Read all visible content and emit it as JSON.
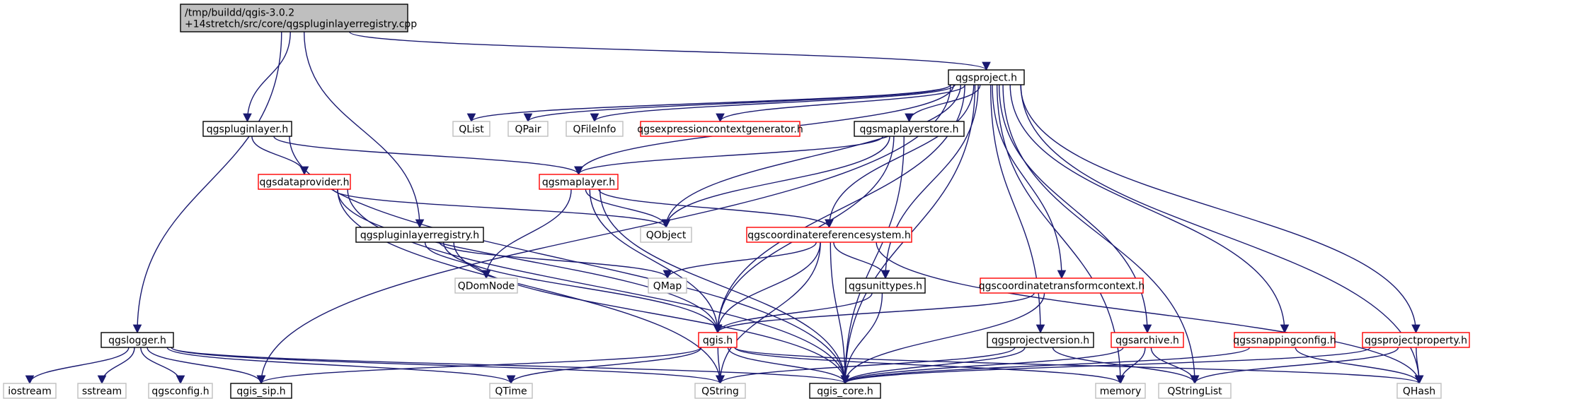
{
  "colors": {
    "default_border": "#000000",
    "missing_border": "#bfbfbf",
    "error_border": "#ff0000",
    "root_fill": "#bfbfbf",
    "edge_main": "#191970",
    "edge_light": "#a9a9a9",
    "edge_dark_red": "#8b0000",
    "text": "#000000"
  },
  "nodes": [
    {
      "id": "root",
      "lines": [
        "/tmp/buildd/qgis-3.0.2",
        "+14stretch/src/core/qgspluginlayerregistry.cpp"
      ],
      "style": "root"
    },
    {
      "id": "qgsproject_h",
      "lines": [
        "qgsproject.h"
      ],
      "style": "normal"
    },
    {
      "id": "qgspluginlayer_h",
      "lines": [
        "qgspluginlayer.h"
      ],
      "style": "normal"
    },
    {
      "id": "qgsmaplayerstore_h",
      "lines": [
        "qgsmaplayerstore.h"
      ],
      "style": "normal"
    },
    {
      "id": "qgspluginlayerregistry_h",
      "lines": [
        "qgspluginlayerregistry.h"
      ],
      "style": "normal"
    },
    {
      "id": "qgsunittypes_h",
      "lines": [
        "qgsunittypes.h"
      ],
      "style": "normal"
    },
    {
      "id": "qgslogger_h",
      "lines": [
        "qgslogger.h"
      ],
      "style": "normal"
    },
    {
      "id": "qgsprojectversion_h",
      "lines": [
        "qgsprojectversion.h"
      ],
      "style": "normal"
    },
    {
      "id": "qgis_sip_h",
      "lines": [
        "qgis_sip.h"
      ],
      "style": "normal"
    },
    {
      "id": "qgis_core_h",
      "lines": [
        "qgis_core.h"
      ],
      "style": "normal"
    },
    {
      "id": "qgsdataprovider_h",
      "lines": [
        "qgsdataprovider.h"
      ],
      "style": "error"
    },
    {
      "id": "qgsmaplayer_h",
      "lines": [
        "qgsmaplayer.h"
      ],
      "style": "error"
    },
    {
      "id": "qgsexpressioncontextgenerator_h",
      "lines": [
        "qgsexpressioncontextgenerator.h"
      ],
      "style": "error"
    },
    {
      "id": "qgscoordinatereferencesystem_h",
      "lines": [
        "qgscoordinatereferencesystem.h"
      ],
      "style": "error"
    },
    {
      "id": "qgscoordinatetransformcontext_h",
      "lines": [
        "qgscoordinatetransformcontext.h"
      ],
      "style": "error"
    },
    {
      "id": "qgis_h",
      "lines": [
        "qgis.h"
      ],
      "style": "error"
    },
    {
      "id": "qgsarchive_h",
      "lines": [
        "qgsarchive.h"
      ],
      "style": "error"
    },
    {
      "id": "qgssnappingconfig_h",
      "lines": [
        "qgssnappingconfig.h"
      ],
      "style": "error"
    },
    {
      "id": "qgsprojectproperty_h",
      "lines": [
        "qgsprojectproperty.h"
      ],
      "style": "error"
    },
    {
      "id": "QList",
      "lines": [
        "QList"
      ],
      "style": "missing"
    },
    {
      "id": "QPair",
      "lines": [
        "QPair"
      ],
      "style": "missing"
    },
    {
      "id": "QFileInfo",
      "lines": [
        "QFileInfo"
      ],
      "style": "missing"
    },
    {
      "id": "QObject",
      "lines": [
        "QObject"
      ],
      "style": "missing"
    },
    {
      "id": "QDomNode",
      "lines": [
        "QDomNode"
      ],
      "style": "missing"
    },
    {
      "id": "QMap",
      "lines": [
        "QMap"
      ],
      "style": "missing"
    },
    {
      "id": "iostream",
      "lines": [
        "iostream"
      ],
      "style": "missing"
    },
    {
      "id": "sstream",
      "lines": [
        "sstream"
      ],
      "style": "missing"
    },
    {
      "id": "qgsconfig_h",
      "lines": [
        "qgsconfig.h"
      ],
      "style": "missing"
    },
    {
      "id": "QTime",
      "lines": [
        "QTime"
      ],
      "style": "missing"
    },
    {
      "id": "QString",
      "lines": [
        "QString"
      ],
      "style": "missing"
    },
    {
      "id": "memory",
      "lines": [
        "memory"
      ],
      "style": "missing"
    },
    {
      "id": "QStringList",
      "lines": [
        "QStringList"
      ],
      "style": "missing"
    },
    {
      "id": "QHash",
      "lines": [
        "QHash"
      ],
      "style": "missing"
    }
  ],
  "edges": [
    {
      "from": "root",
      "to": "qgsproject_h",
      "color": "main"
    },
    {
      "from": "root",
      "to": "qgspluginlayer_h",
      "color": "main"
    },
    {
      "from": "root",
      "to": "qgspluginlayerregistry_h",
      "color": "main"
    },
    {
      "from": "root",
      "to": "qgslogger_h",
      "color": "main"
    },
    {
      "from": "qgsproject_h",
      "to": "QList",
      "color": "main"
    },
    {
      "from": "qgsproject_h",
      "to": "QPair",
      "color": "main"
    },
    {
      "from": "qgsproject_h",
      "to": "QFileInfo",
      "color": "main"
    },
    {
      "from": "qgsproject_h",
      "to": "qgsexpressioncontextgenerator_h",
      "color": "main"
    },
    {
      "from": "qgsproject_h",
      "to": "qgsmaplayerstore_h",
      "color": "main"
    },
    {
      "from": "qgsproject_h",
      "to": "qgsmaplayer_h",
      "color": "main"
    },
    {
      "from": "qgsproject_h",
      "to": "QObject",
      "color": "main"
    },
    {
      "from": "qgsproject_h",
      "to": "qgscoordinatereferencesystem_h",
      "color": "main"
    },
    {
      "from": "qgsproject_h",
      "to": "qgsunittypes_h",
      "color": "main"
    },
    {
      "from": "qgsproject_h",
      "to": "qgscoordinatetransformcontext_h",
      "color": "main"
    },
    {
      "from": "qgsproject_h",
      "to": "qgis_h",
      "color": "main"
    },
    {
      "from": "qgsproject_h",
      "to": "qgis_sip_h",
      "color": "main"
    },
    {
      "from": "qgsproject_h",
      "to": "qgis_core_h",
      "color": "main"
    },
    {
      "from": "qgsproject_h",
      "to": "qgsprojectversion_h",
      "color": "main"
    },
    {
      "from": "qgsproject_h",
      "to": "qgsarchive_h",
      "color": "main"
    },
    {
      "from": "qgsproject_h",
      "to": "memory",
      "color": "main"
    },
    {
      "from": "qgsproject_h",
      "to": "qgssnappingconfig_h",
      "color": "main"
    },
    {
      "from": "qgsproject_h",
      "to": "qgsprojectproperty_h",
      "color": "main"
    },
    {
      "from": "qgsproject_h",
      "to": "QStringList",
      "color": "main"
    },
    {
      "from": "qgsproject_h",
      "to": "QHash",
      "color": "main"
    },
    {
      "from": "qgspluginlayer_h",
      "to": "qgsdataprovider_h",
      "color": "main"
    },
    {
      "from": "qgspluginlayer_h",
      "to": "qgsmaplayer_h",
      "color": "main"
    },
    {
      "from": "qgspluginlayer_h",
      "to": "qgis_core_h",
      "color": "main"
    },
    {
      "from": "qgsmaplayerstore_h",
      "to": "qgsmaplayer_h",
      "color": "main"
    },
    {
      "from": "qgsmaplayerstore_h",
      "to": "QObject",
      "color": "main"
    },
    {
      "from": "qgsmaplayerstore_h",
      "to": "qgis_h",
      "color": "main"
    },
    {
      "from": "qgsmaplayerstore_h",
      "to": "qgis_core_h",
      "color": "main"
    },
    {
      "from": "qgsdataprovider_h",
      "to": "QObject",
      "color": "main"
    },
    {
      "from": "qgsdataprovider_h",
      "to": "qgis_core_h",
      "color": "main"
    },
    {
      "from": "qgsdataprovider_h",
      "to": "QString",
      "color": "main"
    },
    {
      "from": "qgsdataprovider_h",
      "to": "qgis_h",
      "color": "main"
    },
    {
      "from": "qgsmaplayer_h",
      "to": "QObject",
      "color": "main"
    },
    {
      "from": "qgsmaplayer_h",
      "to": "QDomNode",
      "color": "main"
    },
    {
      "from": "qgsmaplayer_h",
      "to": "qgscoordinatereferencesystem_h",
      "color": "main"
    },
    {
      "from": "qgsmaplayer_h",
      "to": "qgis_h",
      "color": "main"
    },
    {
      "from": "qgsmaplayer_h",
      "to": "qgis_core_h",
      "color": "main"
    },
    {
      "from": "qgspluginlayerregistry_h",
      "to": "QMap",
      "color": "main"
    },
    {
      "from": "qgspluginlayerregistry_h",
      "to": "QDomNode",
      "color": "main"
    },
    {
      "from": "qgspluginlayerregistry_h",
      "to": "qgis_h",
      "color": "main"
    },
    {
      "from": "qgspluginlayerregistry_h",
      "to": "qgis_core_h",
      "color": "main"
    },
    {
      "from": "qgscoordinatereferencesystem_h",
      "to": "QMap",
      "color": "main"
    },
    {
      "from": "qgscoordinatereferencesystem_h",
      "to": "qgsunittypes_h",
      "color": "main"
    },
    {
      "from": "qgscoordinatereferencesystem_h",
      "to": "qgis_h",
      "color": "main"
    },
    {
      "from": "qgscoordinatereferencesystem_h",
      "to": "qgis_core_h",
      "color": "main"
    },
    {
      "from": "qgscoordinatereferencesystem_h",
      "to": "QString",
      "color": "main"
    },
    {
      "from": "qgscoordinatereferencesystem_h",
      "to": "QHash",
      "color": "main"
    },
    {
      "from": "qgsunittypes_h",
      "to": "qgis_h",
      "color": "main"
    },
    {
      "from": "qgsunittypes_h",
      "to": "qgis_core_h",
      "color": "main"
    },
    {
      "from": "qgscoordinatetransformcontext_h",
      "to": "qgis_h",
      "color": "main"
    },
    {
      "from": "qgscoordinatetransformcontext_h",
      "to": "qgis_core_h",
      "color": "main"
    },
    {
      "from": "qgis_h",
      "to": "qgis_sip_h",
      "color": "main"
    },
    {
      "from": "qgis_h",
      "to": "QTime",
      "color": "main"
    },
    {
      "from": "qgis_h",
      "to": "QString",
      "color": "main"
    },
    {
      "from": "qgis_h",
      "to": "qgis_core_h",
      "color": "main"
    },
    {
      "from": "qgis_h",
      "to": "memory",
      "color": "main"
    },
    {
      "from": "qgis_h",
      "to": "QHash",
      "color": "main"
    },
    {
      "from": "qgslogger_h",
      "to": "iostream",
      "color": "main"
    },
    {
      "from": "qgslogger_h",
      "to": "sstream",
      "color": "main"
    },
    {
      "from": "qgslogger_h",
      "to": "qgsconfig_h",
      "color": "main"
    },
    {
      "from": "qgslogger_h",
      "to": "qgis_sip_h",
      "color": "main"
    },
    {
      "from": "qgslogger_h",
      "to": "QTime",
      "color": "main"
    },
    {
      "from": "qgslogger_h",
      "to": "QString",
      "color": "main"
    },
    {
      "from": "qgslogger_h",
      "to": "qgis_core_h",
      "color": "main"
    },
    {
      "from": "qgsprojectversion_h",
      "to": "QString",
      "color": "main"
    },
    {
      "from": "qgsprojectversion_h",
      "to": "qgis_core_h",
      "color": "main"
    },
    {
      "from": "qgsprojectversion_h",
      "to": "QStringList",
      "color": "main"
    },
    {
      "from": "qgsarchive_h",
      "to": "qgis_core_h",
      "color": "main"
    },
    {
      "from": "qgsarchive_h",
      "to": "memory",
      "color": "main"
    },
    {
      "from": "qgsarchive_h",
      "to": "QStringList",
      "color": "main"
    },
    {
      "from": "qgssnappingconfig_h",
      "to": "qgis_core_h",
      "color": "main"
    },
    {
      "from": "qgssnappingconfig_h",
      "to": "QHash",
      "color": "main"
    },
    {
      "from": "qgsprojectproperty_h",
      "to": "qgis_core_h",
      "color": "main"
    },
    {
      "from": "qgsprojectproperty_h",
      "to": "QStringList",
      "color": "main"
    },
    {
      "from": "qgsprojectproperty_h",
      "to": "QHash",
      "color": "main"
    }
  ]
}
